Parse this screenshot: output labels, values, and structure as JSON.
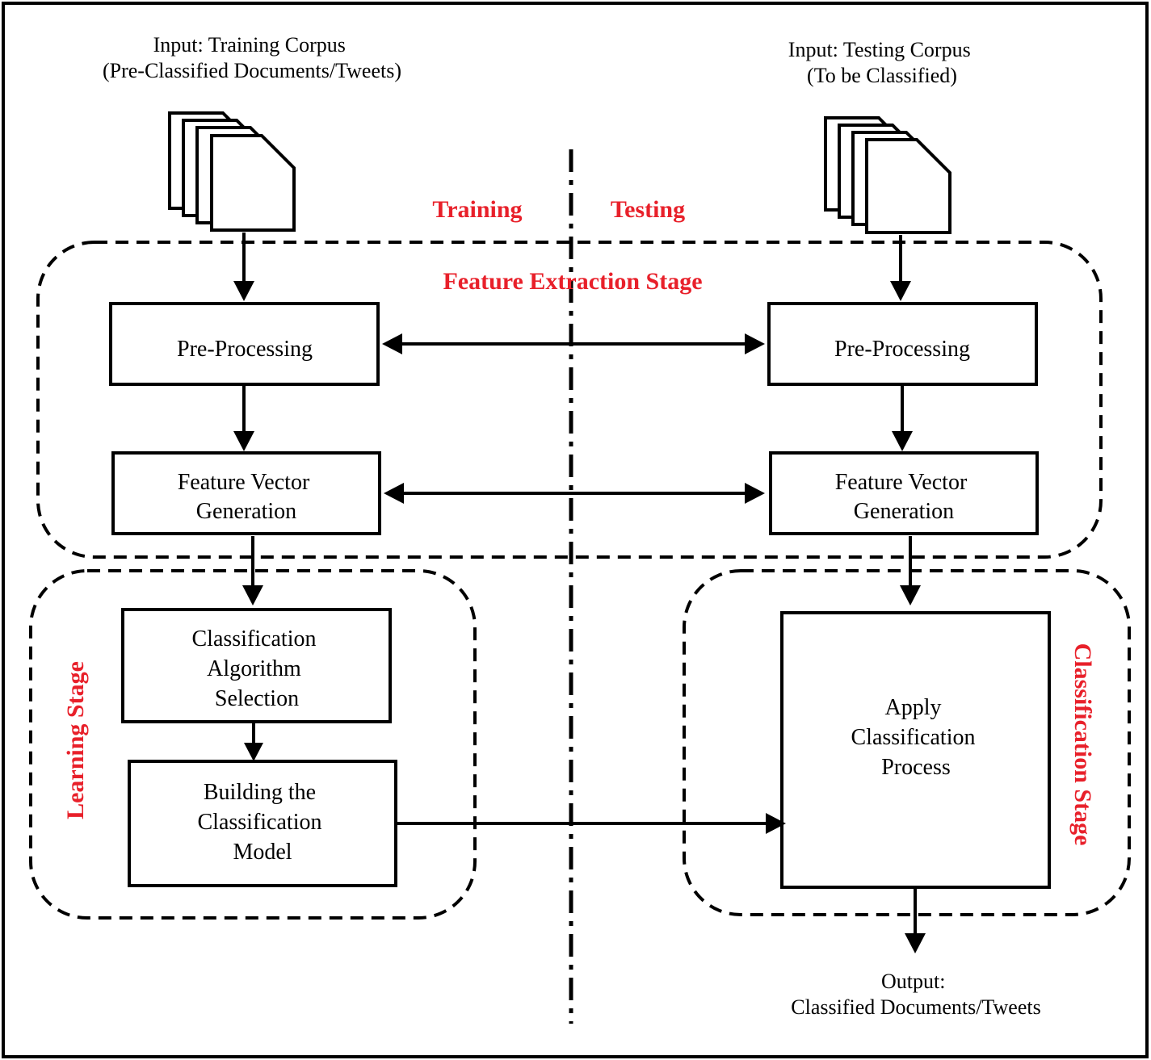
{
  "inputs": {
    "training": {
      "line1": "Input: Training Corpus",
      "line2": "(Pre-Classified Documents/Tweets)"
    },
    "testing": {
      "line1": "Input: Testing Corpus",
      "line2": "(To be Classified)"
    }
  },
  "phases": {
    "training": "Training",
    "testing": "Testing"
  },
  "stages": {
    "feature_extraction": "Feature Extraction Stage",
    "learning": "Learning Stage",
    "classification": "Classification Stage"
  },
  "boxes": {
    "train_preprocessing": [
      "Pre-Processing"
    ],
    "test_preprocessing": [
      "Pre-Processing"
    ],
    "train_feature_vector": [
      "Feature Vector",
      "Generation"
    ],
    "test_feature_vector": [
      "Feature Vector",
      "Generation"
    ],
    "algorithm_selection": [
      "Classification",
      "Algorithm",
      "Selection"
    ],
    "build_model": [
      "Building the",
      "Classification",
      "Model"
    ],
    "apply_classification": [
      "Apply",
      "Classification",
      "Process"
    ]
  },
  "output": {
    "line1": "Output:",
    "line2": "Classified Documents/Tweets"
  },
  "colors": {
    "stage_label": "#e8202a",
    "line": "#000000"
  }
}
